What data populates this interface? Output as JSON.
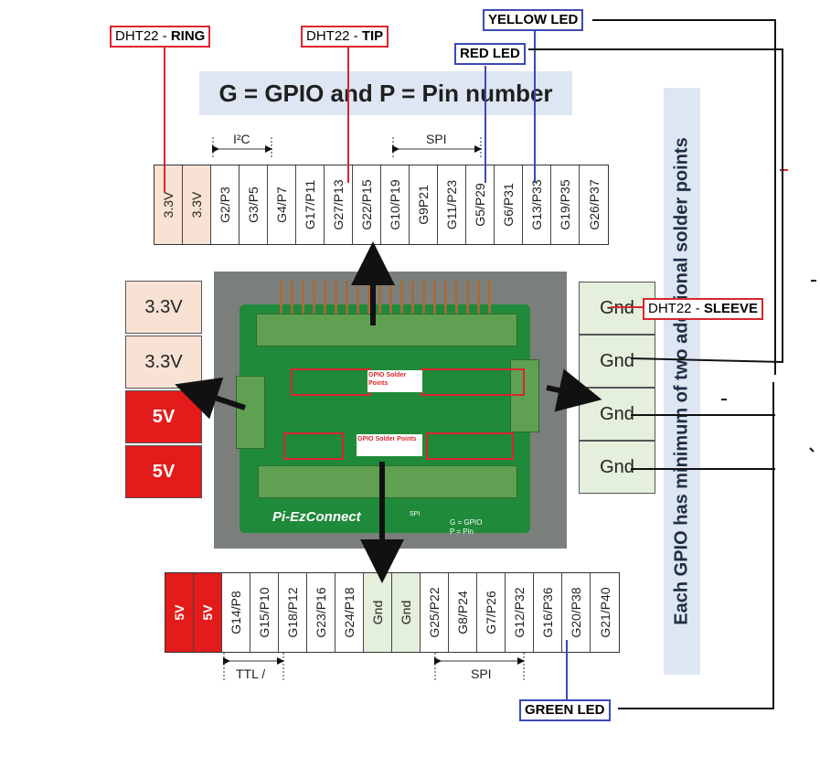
{
  "title": "G = GPIO and P = Pin number",
  "side_note": "Each GPIO has minimum of two additional solder points",
  "top_labels": {
    "dht_ring": {
      "name": "DHT22 - ",
      "bold": "RING"
    },
    "dht_tip": {
      "name": "DHT22 - ",
      "bold": "TIP"
    },
    "yellow_led": "YELLOW LED",
    "red_led": "RED LED"
  },
  "bus_labels": {
    "i2c": "I²C",
    "spi_top": "SPI",
    "ttl": "TTL /",
    "spi_bottom": "SPI"
  },
  "top_pins": [
    "3.3V",
    "3.3V",
    "G2/P3",
    "G3/P5",
    "G4/P7",
    "G17/P11",
    "G27/P13",
    "G22/P15",
    "G10/P19",
    "G9P21",
    "G11/P23",
    "G5/P29",
    "G6/P31",
    "G13/P33",
    "G19/P35",
    "G26/P37"
  ],
  "bottom_pins": [
    "5V",
    "5V",
    "G14/P8",
    "G15/P10",
    "G18/P12",
    "G23/P16",
    "G24/P18",
    "Gnd",
    "Gnd",
    "G25/P22",
    "G8/P24",
    "G7/P26",
    "G12/P32",
    "G16/P36",
    "G20/P38",
    "G21/P40"
  ],
  "left_boxes": [
    "3.3V",
    "3.3V",
    "5V",
    "5V"
  ],
  "right_boxes": [
    "Gnd",
    "Gnd",
    "Gnd",
    "Gnd"
  ],
  "dht_sleeve": {
    "name": "DHT22 - ",
    "bold": "SLEEVE"
  },
  "green_led": "GREEN LED",
  "board": {
    "gpio_solder_1": "GPIO Solder Points",
    "gpio_solder_2": "GPIO Solder Points",
    "brand": "Pi-EzConnect",
    "legend_g": "G = GPIO",
    "legend_p": "P = Pin",
    "spi_mark": "SPI"
  },
  "colors": {
    "red_outline": "#d9262e",
    "blue_outline": "#3c49b8",
    "peach": "#f7e2d3",
    "red_fill": "#e31b1b",
    "green_fill": "#e4efdc",
    "title_bg": "#dde6f2"
  }
}
